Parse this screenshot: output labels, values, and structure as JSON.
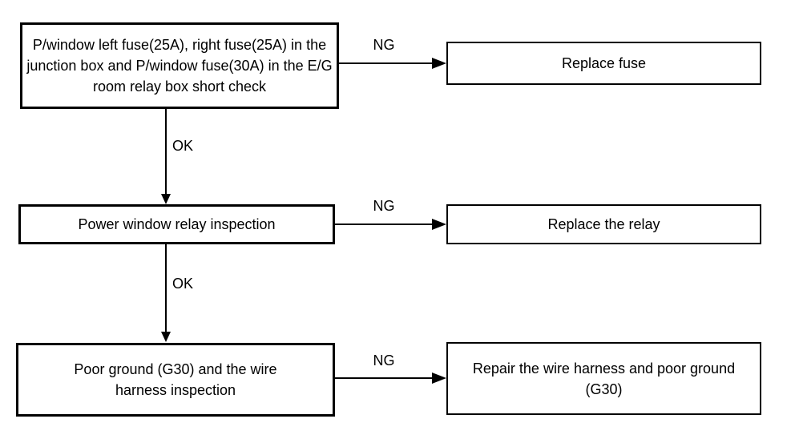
{
  "diagram": {
    "type": "flowchart",
    "nodes": [
      {
        "id": "fuse-short-check",
        "column": "left",
        "text": "P/window left fuse(25A), right fuse(25A) in the junction box and P/window fuse(30A) in the E/G room relay box short check"
      },
      {
        "id": "replace-fuse",
        "column": "right",
        "text": "Replace fuse"
      },
      {
        "id": "power-window-relay-inspection",
        "column": "left",
        "text": "Power window relay inspection"
      },
      {
        "id": "replace-the-relay",
        "column": "right",
        "text": "Replace the relay"
      },
      {
        "id": "poor-ground-wire-harness-inspection",
        "column": "left",
        "text": "Poor ground (G30) and the wire harness inspection"
      },
      {
        "id": "repair-wire-harness-poor-ground",
        "column": "right",
        "text": "Repair the wire harness and poor ground (G30)"
      }
    ],
    "edges": [
      {
        "from": "fuse-short-check",
        "to": "replace-fuse",
        "label": "NG",
        "direction": "right"
      },
      {
        "from": "fuse-short-check",
        "to": "power-window-relay-inspection",
        "label": "OK",
        "direction": "down"
      },
      {
        "from": "power-window-relay-inspection",
        "to": "replace-the-relay",
        "label": "NG",
        "direction": "right"
      },
      {
        "from": "power-window-relay-inspection",
        "to": "poor-ground-wire-harness-inspection",
        "label": "OK",
        "direction": "down"
      },
      {
        "from": "poor-ground-wire-harness-inspection",
        "to": "repair-wire-harness-poor-ground",
        "label": "NG",
        "direction": "right"
      }
    ],
    "colors": {
      "line": "#000000",
      "border": "#000000",
      "text": "#000000",
      "background": "#ffffff"
    }
  }
}
